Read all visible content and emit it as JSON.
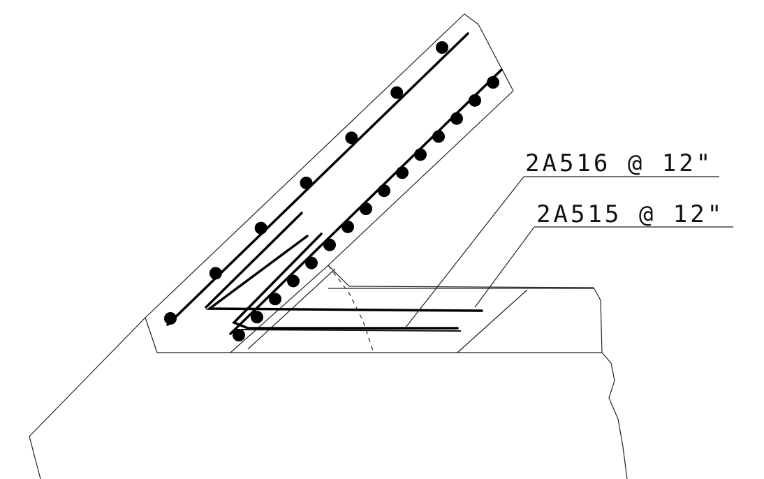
{
  "callouts": [
    {
      "id": "upper",
      "label": "2A516 @ 12\""
    },
    {
      "id": "lower",
      "label": "2A515 @ 12\""
    }
  ],
  "colors": {
    "line": "#111111",
    "background": "#ffffff"
  },
  "rebar_rows": {
    "top_row_count": 7,
    "bottom_row_count": 15
  }
}
